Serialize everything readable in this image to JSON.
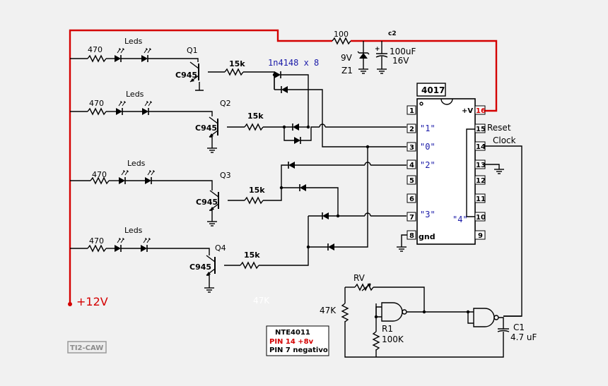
{
  "labels": {
    "q1": "Q1",
    "q2": "Q2",
    "q3": "Q3",
    "q4": "Q4",
    "c945": "C945",
    "leds": "Leds",
    "r470": "470",
    "r15k": "15k",
    "r100": "100",
    "c2": "c2",
    "z1": "Z1",
    "zener_v": "9V",
    "cap_value": "100uF",
    "cap_voltage": "16V",
    "diodes": "1n4148 x 8",
    "supply": "+12V",
    "rv": "RV",
    "r47k": "47K",
    "r47k_ghost": "47K",
    "r1": "R1",
    "r100k": "100K",
    "c1": "C1",
    "c1_value": "4.7 uF",
    "tag": "TI2-CAW"
  },
  "ic": {
    "name": "4017",
    "vplus": "+V",
    "gnd": "gnd",
    "reset": "Reset",
    "clock": "Clock",
    "left_pins": [
      "1",
      "2",
      "3",
      "4",
      "5",
      "6",
      "7",
      "8"
    ],
    "right_pins": [
      "16",
      "15",
      "14",
      "13",
      "12",
      "11",
      "10",
      "9"
    ],
    "outputs": {
      "pin2": "\"1\"",
      "pin3": "\"0\"",
      "pin4": "\"2\"",
      "pin7": "\"3\"",
      "pin10": "\"4\""
    }
  },
  "note": {
    "line1": "NTE4011",
    "line2": "PIN 14  +8v",
    "line3": "PIN 7 negativo"
  },
  "colors": {
    "supply_wire": "#d40000",
    "wire": "#000000",
    "output_labels": "#1a1aa8",
    "background": "#f1f1f1"
  }
}
